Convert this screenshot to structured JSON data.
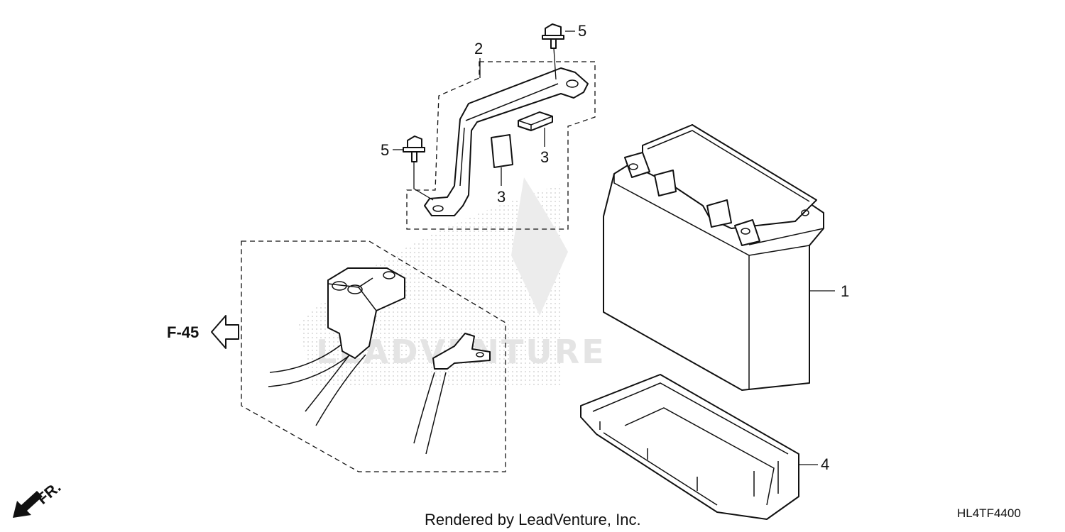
{
  "callouts": {
    "battery": "1",
    "bracket": "2",
    "pad_right": "3",
    "pad_lower": "3",
    "tray": "4",
    "bolt_top": "5",
    "bolt_left": "5"
  },
  "reference": {
    "label": "F-45"
  },
  "front_marker": {
    "label": "FR."
  },
  "footer": {
    "credit": "Rendered by LeadVenture, Inc.",
    "code": "HL4TF4400"
  },
  "watermark": {
    "text": "LEADVENTURE"
  },
  "icons": {
    "reference_arrow": "hollow-arrow-left-icon",
    "front_arrow": "solid-arrow-down-left-icon"
  },
  "colors": {
    "line": "#111111",
    "watermark": "#e4e4e4",
    "background": "#ffffff"
  }
}
